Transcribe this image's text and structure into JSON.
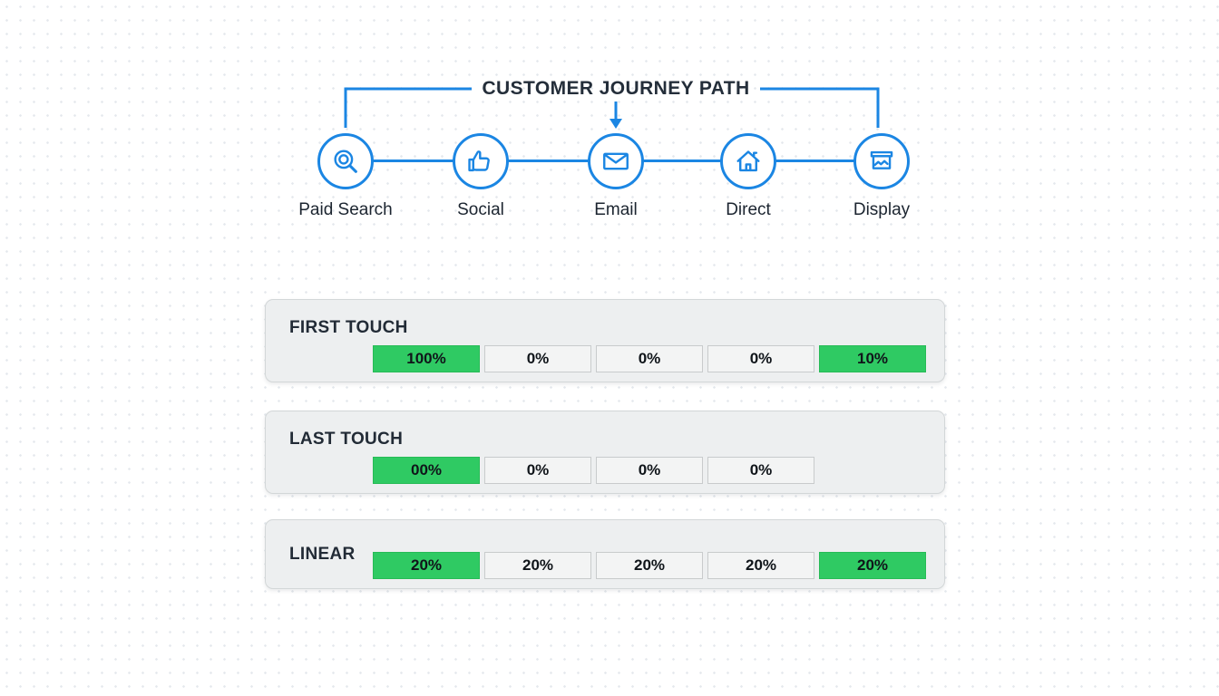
{
  "journey": {
    "title": "CUSTOMER JOURNEY PATH",
    "nodes": [
      {
        "label": "Paid Search",
        "icon": "magnifier-icon"
      },
      {
        "label": "Social",
        "icon": "thumbs-up-icon"
      },
      {
        "label": "Email",
        "icon": "envelope-icon"
      },
      {
        "label": "Direct",
        "icon": "home-icon"
      },
      {
        "label": "Display",
        "icon": "billboard-icon"
      }
    ]
  },
  "panels": [
    {
      "label": "FIRST TOUCH",
      "boxes": [
        {
          "value": "100%",
          "highlighted": true
        },
        {
          "value": "0%",
          "highlighted": false
        },
        {
          "value": "0%",
          "highlighted": false
        },
        {
          "value": "0%",
          "highlighted": false
        },
        {
          "value": "10%",
          "highlighted": true
        }
      ]
    },
    {
      "label": "LAST TOUCH",
      "boxes": [
        {
          "value": "00%",
          "highlighted": true
        },
        {
          "value": "0%",
          "highlighted": false
        },
        {
          "value": "0%",
          "highlighted": false
        },
        {
          "value": "0%",
          "highlighted": false
        }
      ]
    },
    {
      "label": "LINEAR",
      "boxes": [
        {
          "value": "20%",
          "highlighted": true
        },
        {
          "value": "20%",
          "highlighted": false
        },
        {
          "value": "20%",
          "highlighted": false
        },
        {
          "value": "20%",
          "highlighted": false
        },
        {
          "value": "20%",
          "highlighted": true
        }
      ]
    }
  ],
  "colors": {
    "accent_blue": "#1b86e3",
    "highlight_green": "#2fca63",
    "panel_gray": "#edeff0",
    "text_dark": "#242e3a"
  }
}
